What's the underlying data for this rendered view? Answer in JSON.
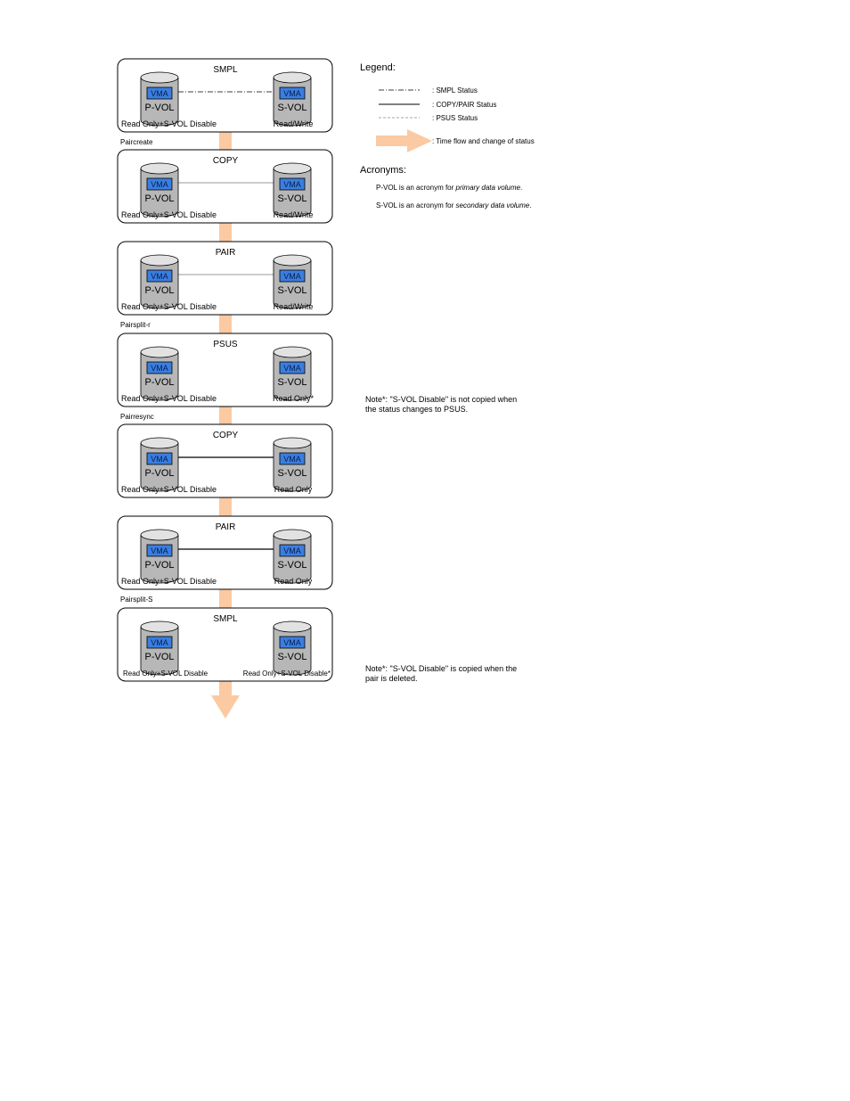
{
  "colors": {
    "flow_arrow": "#fbc9a2",
    "cylinder_fill": "#b7b7b7",
    "cylinder_top": "#e2e2e2",
    "vma_fill": "#3a7ee0",
    "vma_text": "#0a1e4a",
    "box_border": "#000000"
  },
  "states": [
    {
      "title": "SMPL",
      "line": "dashdot",
      "pvol_label": "Read Only+S-VOL Disable",
      "svol_label": "Read/Write",
      "transition_below": "Paircreate"
    },
    {
      "title": "COPY",
      "line": "thin",
      "pvol_label": "Read Only+S-VOL Disable",
      "svol_label": "Read/Write",
      "transition_below": ""
    },
    {
      "title": "PAIR",
      "line": "thin",
      "pvol_label": "Read Only+S-VOL Disable",
      "svol_label": "Read/Write",
      "transition_below": "Pairsplit-r"
    },
    {
      "title": "PSUS",
      "line": "none",
      "pvol_label": "Read Only+S-VOL Disable",
      "svol_label": "Read Only*",
      "transition_below": "Pairresync"
    },
    {
      "title": "COPY",
      "line": "solid",
      "pvol_label": "Read Only+S-VOL Disable",
      "svol_label": "Read Only",
      "transition_below": ""
    },
    {
      "title": "PAIR",
      "line": "solid",
      "pvol_label": "Read Only+S-VOL Disable",
      "svol_label": "Read Only",
      "transition_below": "Pairsplit-S"
    },
    {
      "title": "SMPL",
      "line": "none",
      "pvol_label": "Read Only+S-VOL Disable",
      "svol_label": "Read Only+S-VOL Disable*",
      "transition_below": ""
    }
  ],
  "volume": {
    "vma": "VMA",
    "primary": "P-VOL",
    "secondary": "S-VOL"
  },
  "legend": {
    "title": "Legend:",
    "items": [
      {
        "line": "dashdot",
        "label": ": SMPL Status"
      },
      {
        "line": "solid",
        "label": ": COPY/PAIR Status"
      },
      {
        "line": "dashed",
        "label": ": PSUS Status"
      },
      {
        "line": "arrow",
        "label": ": Time flow and change of status"
      }
    ]
  },
  "acronyms": {
    "title": "Acronyms:",
    "pvol": {
      "prefix": "P-VOL is an acronym for ",
      "em": "primary data volume",
      "suffix": "."
    },
    "svol": {
      "prefix": "S-VOL is an acronym for ",
      "em": "secondary data volume",
      "suffix": "."
    }
  },
  "notes": {
    "psus_line1": "Note*: \"S-VOL Disable\" is not copied when",
    "psus_line2": "the status changes to PSUS.",
    "smpl_line1": "Note*: \"S-VOL Disable\" is copied when the",
    "smpl_line2": "pair is deleted."
  }
}
